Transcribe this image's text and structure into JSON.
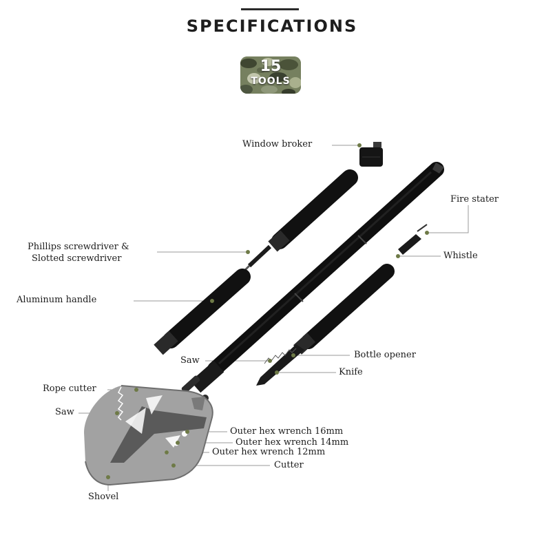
{
  "title": "SPECIFICATIONS",
  "badge": {
    "number": "15",
    "word": "TOOLS"
  },
  "colors": {
    "accent_dot": "#6e7a47",
    "leader_line": "#9a9a9a",
    "handle": "#111111",
    "blade": "#9c9c9c",
    "blade_dark": "#4a4a4a"
  },
  "labels": {
    "window_broker": "Window broker",
    "fire_stater": "Fire stater",
    "phillips_line1": "Phillips screwdriver &",
    "phillips_line2": "Slotted screwdriver",
    "whistle": "Whistle",
    "aluminum_handle": "Aluminum handle",
    "saw_upper": "Saw",
    "bottle_opener": "Bottle opener",
    "knife": "Knife",
    "rope_cutter": "Rope cutter",
    "saw_lower": "Saw",
    "hex16": "Outer hex wrench 16mm",
    "hex14": "Outer hex wrench 14mm",
    "hex12": "Outer hex wrench 12mm",
    "cutter": "Cutter",
    "shovel": "Shovel"
  }
}
